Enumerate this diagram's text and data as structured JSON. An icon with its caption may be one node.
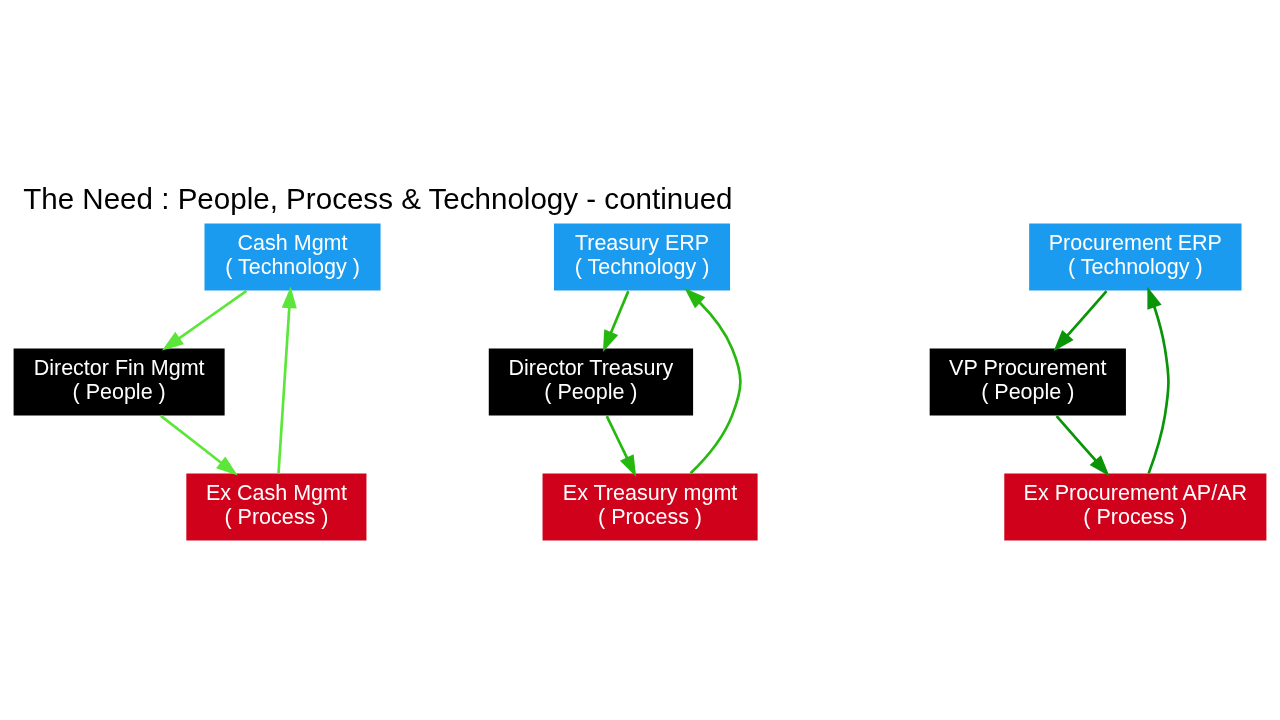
{
  "diagram": {
    "title": "The Need : People, Process & Technology - continued",
    "nodes": [
      {
        "text": [
          "Cash Mgmt",
          "( Technology )"
        ]
      },
      {
        "text": [
          "Director Fin Mgmt",
          "( People )"
        ]
      },
      {
        "text": [
          "Ex Cash Mgmt",
          "( Process )"
        ]
      },
      {
        "text": [
          "Treasury ERP",
          "( Technology )"
        ]
      },
      {
        "text": [
          "Director Treasury",
          "( People )"
        ]
      },
      {
        "text": [
          "Ex Treasury mgmt",
          "( Process )"
        ]
      },
      {
        "text": [
          "Procurement ERP",
          "( Technology )"
        ]
      },
      {
        "text": [
          "VP Procurement",
          "( People )"
        ]
      },
      {
        "text": [
          "Ex Procurement AP/AR",
          "( Process )"
        ]
      }
    ],
    "edges": [
      {
        "from": 0,
        "to": 1,
        "arrow": "to",
        "color": "#5ce63a"
      },
      {
        "from": 1,
        "to": 2,
        "arrow": "to",
        "color": "#5ce63a"
      },
      {
        "from": 2,
        "to": 0,
        "arrow": "to",
        "color": "#5ce63a"
      },
      {
        "from": 3,
        "to": 4,
        "arrow": "to",
        "color": "#26b80f"
      },
      {
        "from": 4,
        "to": 5,
        "arrow": "to",
        "color": "#26b80f"
      },
      {
        "from": 5,
        "to": 3,
        "arrow": "to",
        "color": "#26b80f"
      },
      {
        "from": 6,
        "to": 7,
        "arrow": "to",
        "color": "#0a9407"
      },
      {
        "from": 7,
        "to": 8,
        "arrow": "to",
        "color": "#0a9407"
      },
      {
        "from": 8,
        "to": 6,
        "arrow": "to",
        "color": "#0a9407"
      }
    ]
  }
}
